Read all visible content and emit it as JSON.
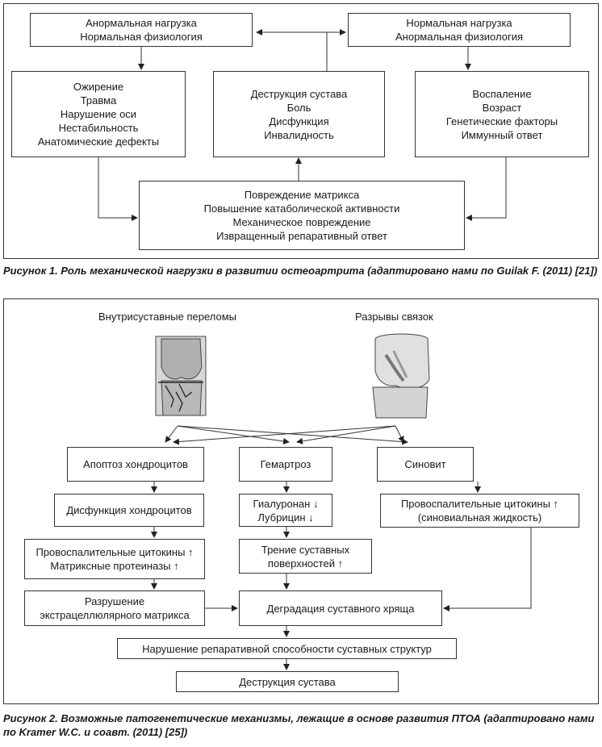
{
  "figure1": {
    "top_left": [
      "Анормальная нагрузка",
      "Нормальная физиология"
    ],
    "top_right": [
      "Нормальная нагрузка",
      "Анормальная физиология"
    ],
    "left": [
      "Ожирение",
      "Травма",
      "Нарушение оси",
      "Нестабильность",
      "Анатомические дефекты"
    ],
    "center": [
      "Деструкция сустава",
      "Боль",
      "Дисфункция",
      "Инвалидность"
    ],
    "right": [
      "Воспаление",
      "Возраст",
      "Генетические факторы",
      "Иммунный ответ"
    ],
    "bottom": [
      "Повреждение матрикса",
      "Повышение катаболической активности",
      "Механическое повреждение",
      "Извращенный репаративный ответ"
    ],
    "caption": "Рисунок 1.  Роль механической нагрузки в развитии остеоартрита (адаптировано нами по Guilak F. (2011) [21])"
  },
  "figure2": {
    "label_left": "Внутрисуставные переломы",
    "label_right": "Разрывы связок",
    "apoptosis": "Апоптоз хондроцитов",
    "hemarthrosis": "Гемартроз",
    "synovitis": "Синовит",
    "dysfunction": "Дисфункция хондроцитов",
    "hyaluronan": "Гиалуронан ↓",
    "lubricin": "Лубрицин ↓",
    "proinflammatory_synovial_1": "Провоспалительные цитокины ↑",
    "proinflammatory_synovial_2": "(синовиальная жидкость)",
    "proinflammatory_1": "Провоспалительные цитокины ↑",
    "proinflammatory_2": "Матриксные протеиназы ↑",
    "friction_1": "Трение суставных",
    "friction_2": "поверхностей ↑",
    "ecm_1": "Разрушение",
    "ecm_2": "экстрацеллюлярного матрикса",
    "degradation": "Деградация суставного хряща",
    "repair": "Нарушение репаративной способности суставных структур",
    "destruction": "Деструкция сустава",
    "caption": "Рисунок 2.  Возможные патогенетические механизмы, лежащие в основе развития ПТОА (адаптировано нами по Kramer W.C. и соавт. (2011) [25])"
  }
}
